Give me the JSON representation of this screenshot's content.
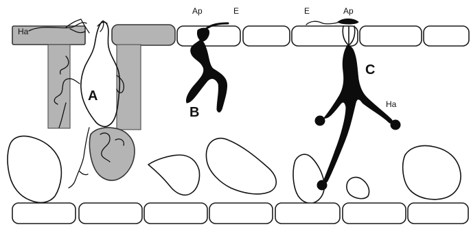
{
  "labels": {
    "stage_a": "A",
    "stage_b": "B",
    "stage_c": "C",
    "ha_top_left": "Ha",
    "ha_right": "Ha",
    "ap_middle": "Ap",
    "e_middle": "E",
    "e_right": "E",
    "ap_right": "Ap"
  },
  "colors": {
    "background": "#ffffff",
    "grey_fill": "#b4b4b4",
    "outline": "#111111",
    "fungus_black": "#0c0c0c"
  }
}
